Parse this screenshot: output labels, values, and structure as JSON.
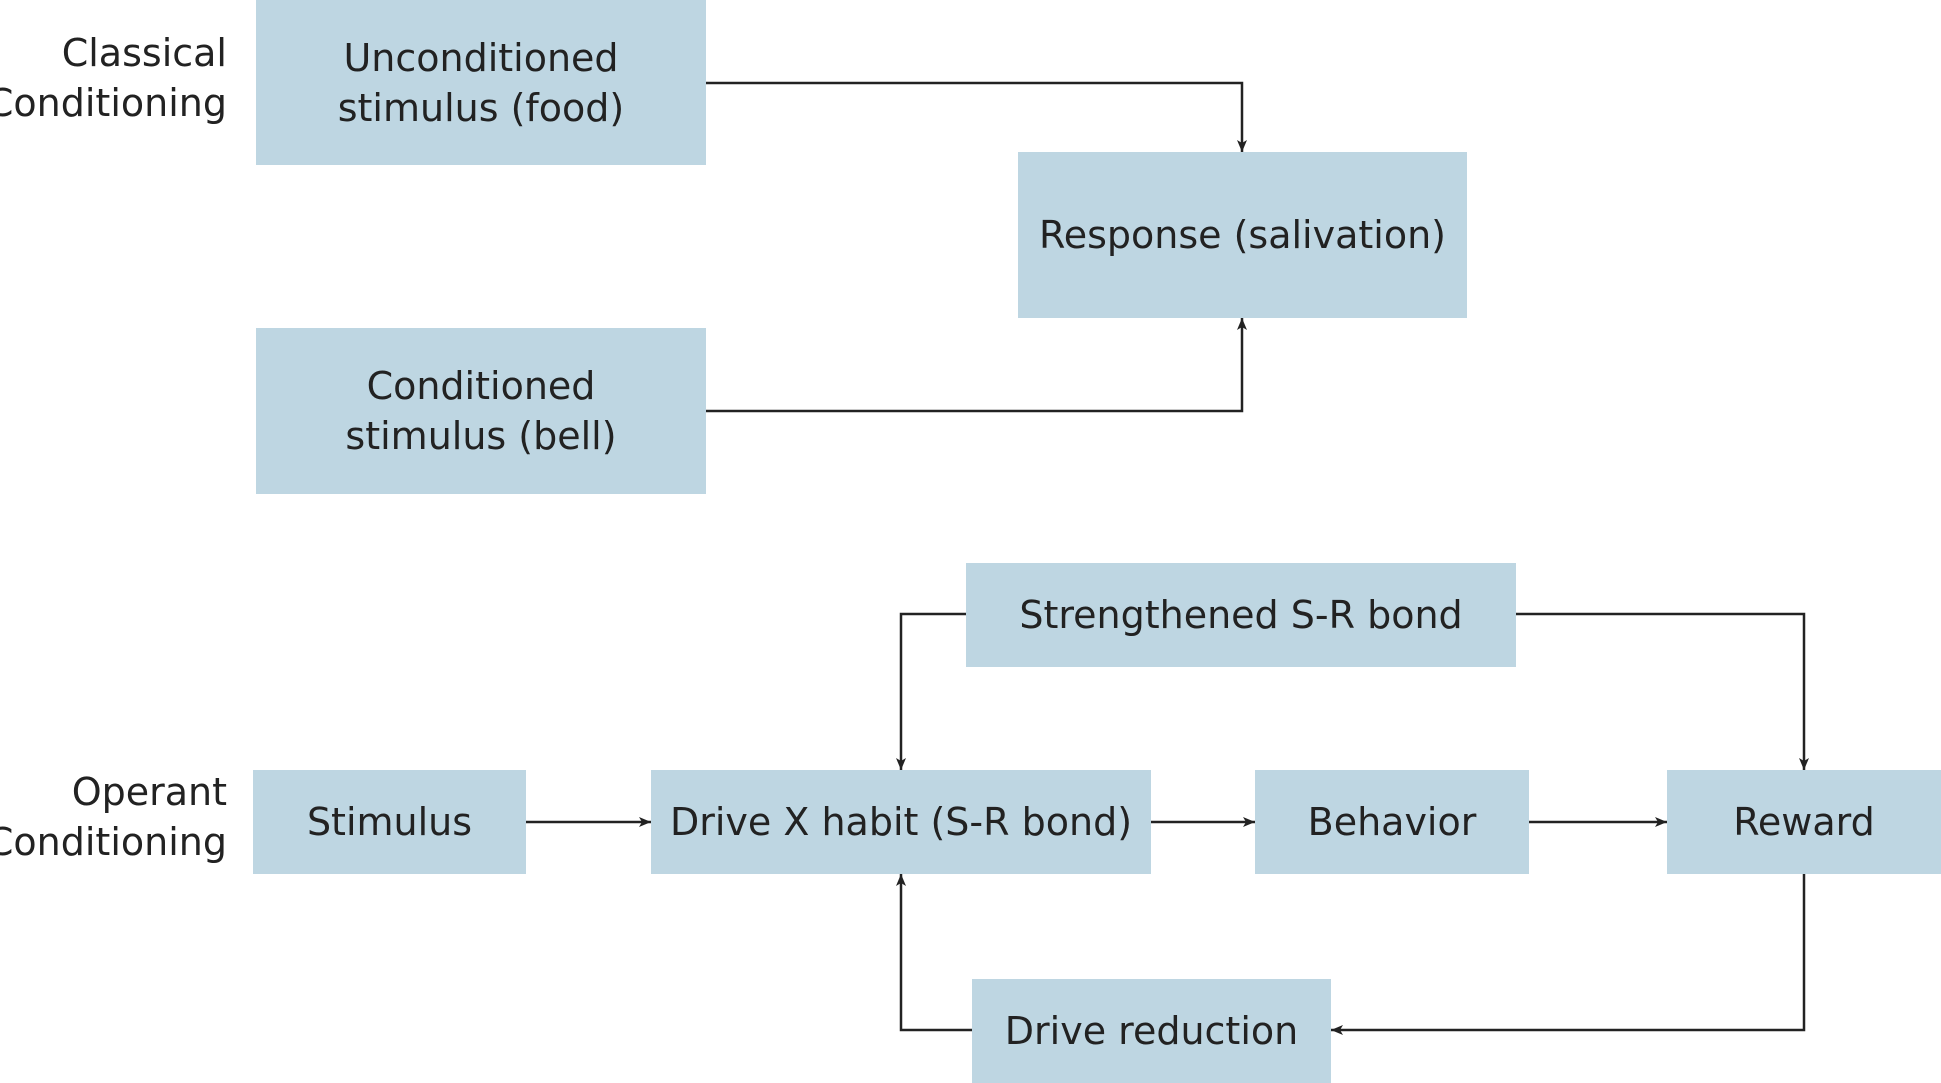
{
  "labels": {
    "classical": "Classical\nConditioning",
    "operant": "Operant\nConditioning"
  },
  "nodes": {
    "unconditioned": "Unconditioned\nstimulus (food)",
    "response": "Response (salivation)",
    "conditioned": "Conditioned\nstimulus (bell)",
    "strengthened": "Strengthened S-R bond",
    "stimulus": "Stimulus",
    "drive_habit": "Drive X habit (S-R bond)",
    "behavior": "Behavior",
    "reward": "Reward",
    "drive_reduction": "Drive reduction"
  },
  "edges": [
    {
      "from": "unconditioned",
      "to": "response"
    },
    {
      "from": "conditioned",
      "to": "response"
    },
    {
      "from": "stimulus",
      "to": "drive_habit"
    },
    {
      "from": "drive_habit",
      "to": "behavior"
    },
    {
      "from": "behavior",
      "to": "reward"
    },
    {
      "from": "strengthened",
      "to": "drive_habit"
    },
    {
      "from": "strengthened",
      "to": "reward"
    },
    {
      "from": "reward",
      "to": "drive_reduction"
    },
    {
      "from": "drive_reduction",
      "to": "drive_habit"
    }
  ],
  "colors": {
    "box": "#bed6e2",
    "line": "#222222"
  }
}
